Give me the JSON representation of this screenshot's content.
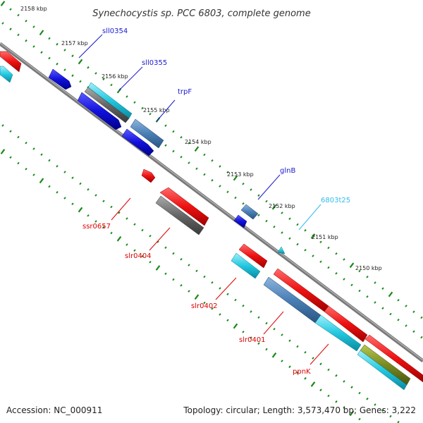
{
  "header": {
    "title": "Synechocystis sp. PCC 6803, complete genome"
  },
  "footer": {
    "accession": "Accession: NC_000911",
    "summary": "Topology: circular; Length: 3,573,470 bp; Genes: 3,222"
  },
  "ticks": [
    {
      "label": "2158 kbp"
    },
    {
      "label": "2157 kbp"
    },
    {
      "label": "2156 kbp"
    },
    {
      "label": "2155 kbp"
    },
    {
      "label": "2154 kbp"
    },
    {
      "label": "2153 kbp"
    },
    {
      "label": "2152 kbp"
    },
    {
      "label": "2151 kbp"
    },
    {
      "label": "2150 kbp"
    }
  ],
  "gene_labels": [
    {
      "text": "sll0354",
      "color": "#1a1ad0"
    },
    {
      "text": "sll0355",
      "color": "#1a1ad0"
    },
    {
      "text": "trpF",
      "color": "#1a1ad0"
    },
    {
      "text": "glnB",
      "color": "#1a1ad0"
    },
    {
      "text": "6803t25",
      "color": "#33bbee"
    },
    {
      "text": "ssr0657",
      "color": "#dd0000"
    },
    {
      "text": "slr0404",
      "color": "#dd0000"
    },
    {
      "text": "slr0402",
      "color": "#dd0000"
    },
    {
      "text": "slr0401",
      "color": "#dd0000"
    },
    {
      "text": "ppnK",
      "color": "#dd0000"
    }
  ],
  "colors": {
    "backbone": "#7a7a7a",
    "tick_green": "#1a8a1a",
    "red": "#ee1111",
    "blue": "#1111dd",
    "steel": "#4a7fb5",
    "cyan": "#22c8e0",
    "gray": "#666666",
    "olive": "#7a8a20"
  }
}
